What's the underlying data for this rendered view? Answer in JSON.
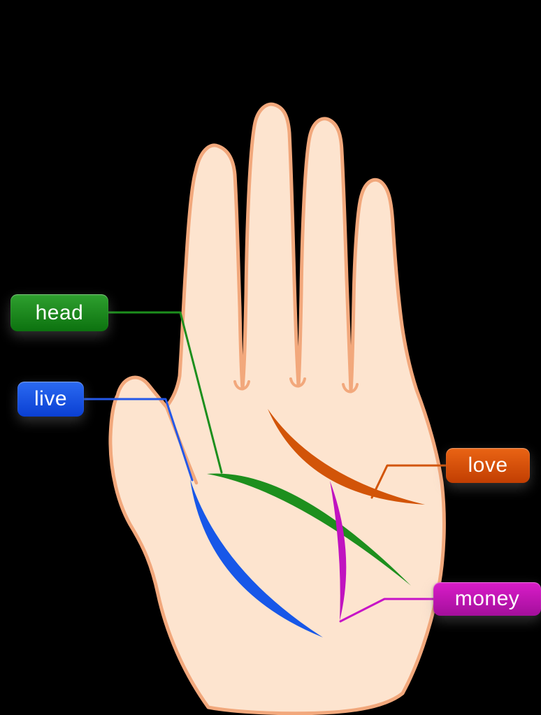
{
  "background_color": "#000000",
  "hand": {
    "skin_color": "#fde4cf",
    "outline_color": "#f2a87c"
  },
  "labels": {
    "head": {
      "text": "head",
      "badge_top": "#2fa02f",
      "badge_bottom": "#0c720f",
      "connector_color": "#1d8f1d",
      "line_color": "#1d8f1d"
    },
    "live": {
      "text": "live",
      "badge_top": "#2b6af2",
      "badge_bottom": "#0a3fd2",
      "connector_color": "#2458e8",
      "line_color": "#1757e8"
    },
    "love": {
      "text": "love",
      "badge_top": "#ea6414",
      "badge_bottom": "#c13e02",
      "connector_color": "#d25408",
      "line_color": "#d25408"
    },
    "money": {
      "text": "money",
      "badge_top": "#da1cc9",
      "badge_bottom": "#a30f9b",
      "connector_color": "#c713c7",
      "line_color": "#c013c0"
    }
  }
}
